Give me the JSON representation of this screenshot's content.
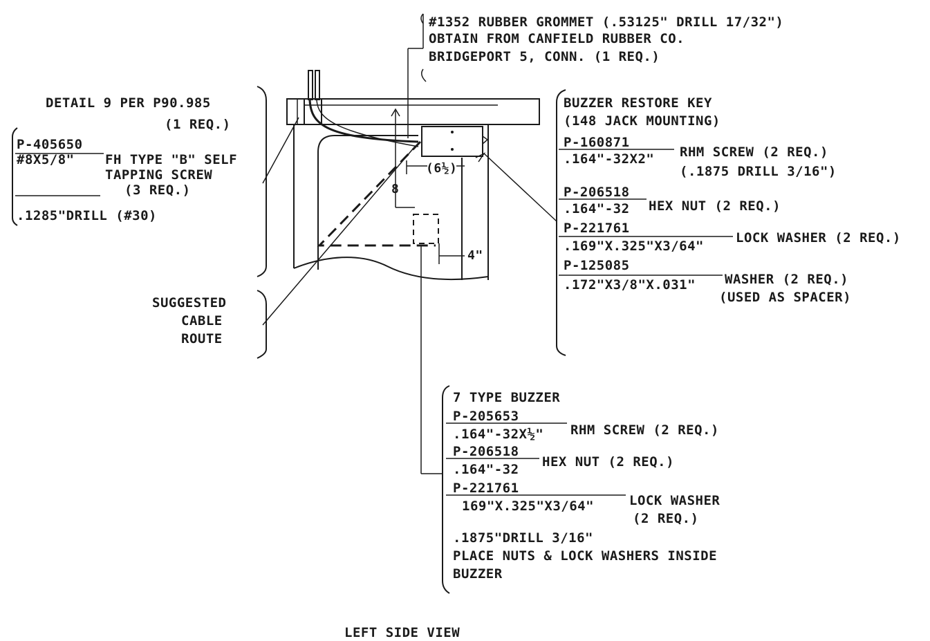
{
  "grommet": {
    "line1": "#1352 RUBBER GROMMET (.53125\" DRILL 17/32\")",
    "line2": "OBTAIN FROM CANFIELD RUBBER CO.",
    "line3": "BRIDGEPORT 5, CONN. (1 REQ.)"
  },
  "detail": {
    "line1": "DETAIL 9 PER P90.985",
    "line2": "(1 REQ.)"
  },
  "self_tapping": {
    "part": "P-405650",
    "size": "#8X5/8\"",
    "desc1": "FH TYPE \"B\" SELF",
    "desc2": "TAPPING SCREW",
    "desc3": "(3 REQ.)",
    "drill": ".1285\"DRILL (#30)"
  },
  "cable": {
    "line1": "SUGGESTED",
    "line2": "CABLE",
    "line3": "ROUTE"
  },
  "restore_key": {
    "title1": "BUZZER RESTORE KEY",
    "title2": "(148 JACK MOUNTING)",
    "items": [
      {
        "part": "P-160871",
        "size": ".164\"-32X2\"",
        "desc": "RHM SCREW (2 REQ.)",
        "desc2": "(.1875 DRILL 3/16\")"
      },
      {
        "part": "P-206518",
        "size": ".164\"-32",
        "desc": "HEX NUT (2 REQ.)"
      },
      {
        "part": "P-221761",
        "size": ".169\"X.325\"X3/64\"",
        "desc": "LOCK WASHER (2 REQ.)"
      },
      {
        "part": "P-125085",
        "size": ".172\"X3/8\"X.031\"",
        "desc": "WASHER (2 REQ.)",
        "desc2": "(USED AS SPACER)"
      }
    ]
  },
  "buzzer": {
    "title": "7 TYPE BUZZER",
    "items": [
      {
        "part": "P-205653",
        "size": ".164\"-32X½\"",
        "desc": "RHM SCREW (2 REQ.)"
      },
      {
        "part": "P-206518",
        "size": ".164\"-32",
        "desc": "HEX NUT (2 REQ.)"
      },
      {
        "part": "P-221761",
        "size": "169\"X.325\"X3/64\"",
        "desc": "LOCK WASHER",
        "desc2": "(2 REQ.)"
      }
    ],
    "drill": ".1875\"DRILL 3/16\"",
    "note1": "PLACE NUTS & LOCK WASHERS INSIDE",
    "note2": "BUZZER"
  },
  "dims": {
    "six_half": "(6½)",
    "four": "4\"",
    "eight": "8"
  },
  "view_title": "LEFT SIDE VIEW"
}
